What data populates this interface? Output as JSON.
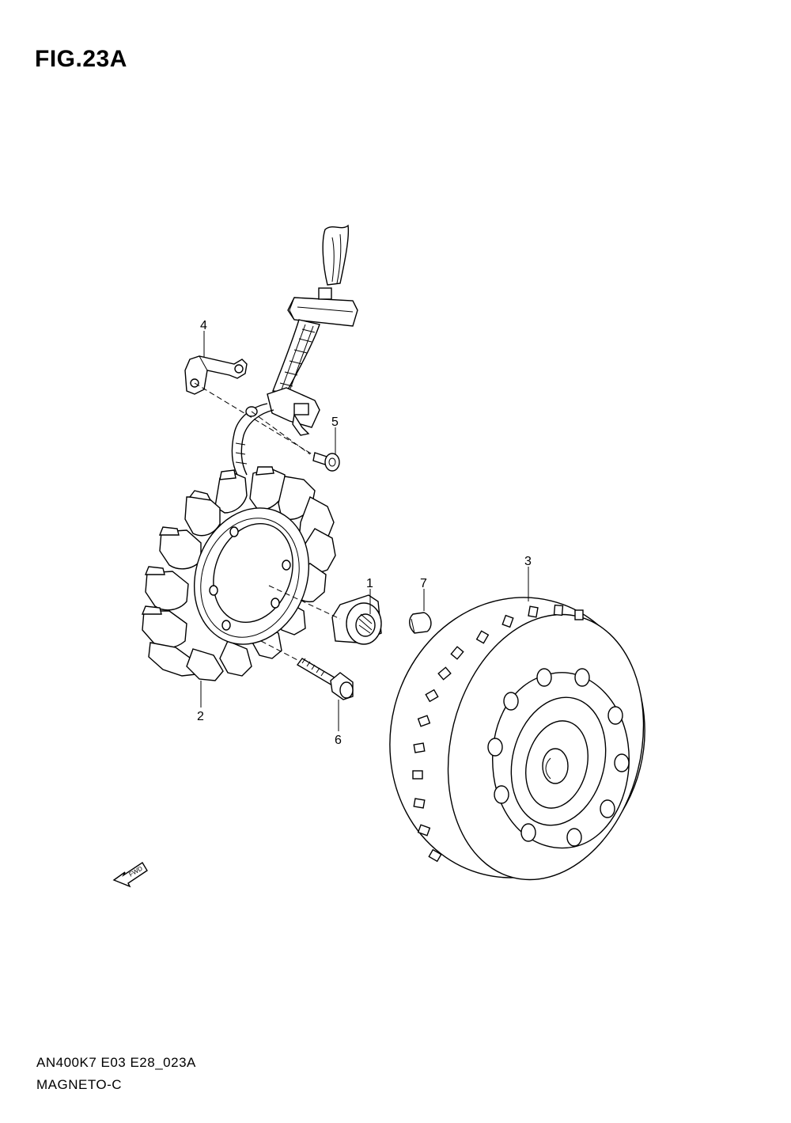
{
  "figure": {
    "title": "FIG.23A",
    "code": "AN400K7 E03 E28_023A",
    "name": "MAGNETO-C"
  },
  "callouts": [
    {
      "id": "1",
      "label": "1"
    },
    {
      "id": "2",
      "label": "2"
    },
    {
      "id": "3",
      "label": "3"
    },
    {
      "id": "4",
      "label": "4"
    },
    {
      "id": "5",
      "label": "5"
    },
    {
      "id": "6",
      "label": "6"
    },
    {
      "id": "7",
      "label": "7"
    }
  ],
  "fwd_arrow": {
    "label": "FWD",
    "icon": "fwd-arrow-icon"
  }
}
